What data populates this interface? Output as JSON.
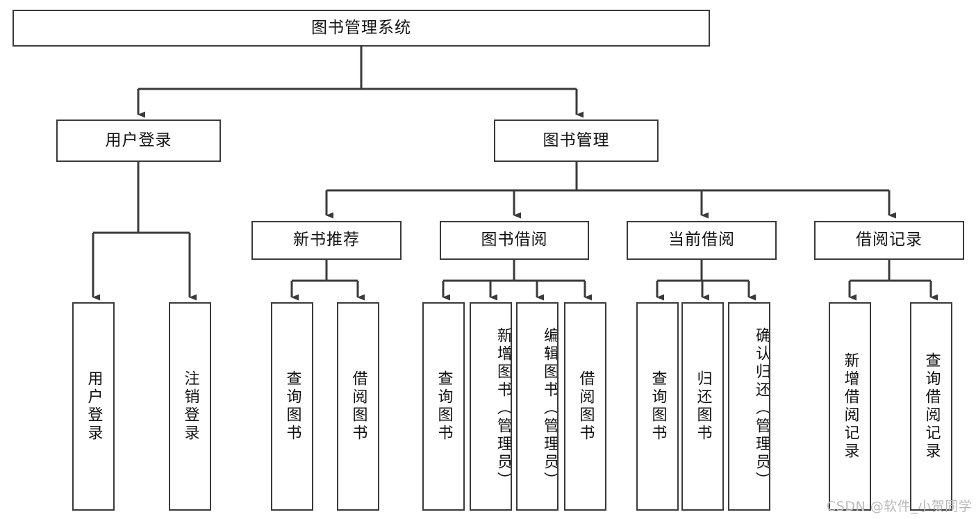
{
  "diagram": {
    "title": "图书管理系统",
    "type": "hierarchy-tree",
    "watermark": "CSDN @软件_小贺同学",
    "colors": {
      "box_stroke": "#3a3a3a",
      "box_fill": "#ffffff",
      "line": "#3a3a3a",
      "text": "#111111",
      "watermark": "#b9b9b9"
    },
    "levels": {
      "level1": [
        {
          "id": "root",
          "label": "图书管理系统",
          "orientation": "horizontal"
        }
      ],
      "level2": [
        {
          "id": "user-login",
          "label": "用户登录",
          "orientation": "horizontal",
          "parent": "root"
        },
        {
          "id": "book-manage",
          "label": "图书管理",
          "orientation": "horizontal",
          "parent": "root"
        }
      ],
      "level3": [
        {
          "id": "new-book-rec",
          "label": "新书推荐",
          "orientation": "horizontal",
          "parent": "book-manage"
        },
        {
          "id": "book-borrow",
          "label": "图书借阅",
          "orientation": "horizontal",
          "parent": "book-manage"
        },
        {
          "id": "current-borrow",
          "label": "当前借阅",
          "orientation": "horizontal",
          "parent": "book-manage"
        },
        {
          "id": "borrow-record",
          "label": "借阅记录",
          "orientation": "horizontal",
          "parent": "book-manage"
        }
      ],
      "level4": [
        {
          "id": "leaf-user-login",
          "label": "用户登录",
          "orientation": "vertical",
          "parent": "user-login"
        },
        {
          "id": "leaf-user-logout",
          "label": "注销登录",
          "orientation": "vertical",
          "parent": "user-login"
        },
        {
          "id": "leaf-query-book-1",
          "label": "查询图书",
          "orientation": "vertical",
          "parent": "new-book-rec"
        },
        {
          "id": "leaf-borrow-book-1",
          "label": "借阅图书",
          "orientation": "vertical",
          "parent": "new-book-rec"
        },
        {
          "id": "leaf-query-book-2",
          "label": "查询图书",
          "orientation": "vertical",
          "parent": "book-borrow"
        },
        {
          "id": "leaf-add-book",
          "label": "新增图书（管理员）",
          "orientation": "vertical",
          "parent": "book-borrow"
        },
        {
          "id": "leaf-edit-book",
          "label": "编辑图书（管理员）",
          "orientation": "vertical",
          "parent": "book-borrow"
        },
        {
          "id": "leaf-borrow-book-2",
          "label": "借阅图书",
          "orientation": "vertical",
          "parent": "book-borrow"
        },
        {
          "id": "leaf-query-book-3",
          "label": "查询图书",
          "orientation": "vertical",
          "parent": "current-borrow"
        },
        {
          "id": "leaf-return-book",
          "label": "归还图书",
          "orientation": "vertical",
          "parent": "current-borrow"
        },
        {
          "id": "leaf-confirm-return",
          "label": "确认归还（管理员）",
          "orientation": "vertical",
          "parent": "current-borrow"
        },
        {
          "id": "leaf-add-record",
          "label": "新增借阅记录",
          "orientation": "vertical",
          "parent": "borrow-record"
        },
        {
          "id": "leaf-query-record",
          "label": "查询借阅记录",
          "orientation": "vertical",
          "parent": "borrow-record"
        }
      ]
    }
  }
}
